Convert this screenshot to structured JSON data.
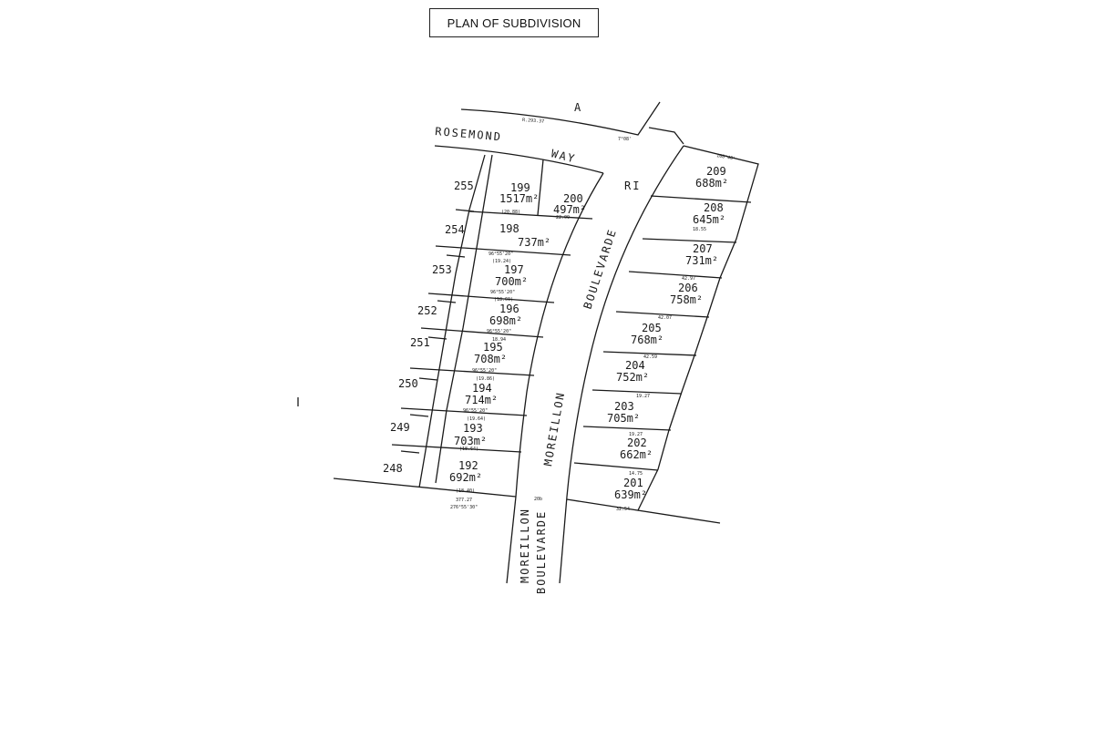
{
  "title": "PLAN OF SUBDIVISION",
  "streets": {
    "rosemond": "ROSEMOND",
    "way": "WAY",
    "ri": "RI",
    "boulevarde_diag": "BOULEVARDE",
    "moreillon_main": "MOREILLON",
    "moreillon_lower": "MOREILLON",
    "boulevarde_lower": "BOULEVARDE",
    "letter_a": "A"
  },
  "lots_west": [
    {
      "number": "199",
      "area": "1517m²"
    },
    {
      "number": "198",
      "area": "737m²"
    },
    {
      "number": "197",
      "area": "700m²"
    },
    {
      "number": "196",
      "area": "698m²"
    },
    {
      "number": "195",
      "area": "708m²"
    },
    {
      "number": "194",
      "area": "714m²"
    },
    {
      "number": "193",
      "area": "703m²"
    },
    {
      "number": "192",
      "area": "692m²"
    }
  ],
  "lot_200": {
    "number": "200",
    "area": "497m²"
  },
  "lots_east": [
    {
      "number": "209",
      "area": "688m²"
    },
    {
      "number": "208",
      "area": "645m²"
    },
    {
      "number": "207",
      "area": "731m²"
    },
    {
      "number": "206",
      "area": "758m²"
    },
    {
      "number": "205",
      "area": "768m²"
    },
    {
      "number": "204",
      "area": "752m²"
    },
    {
      "number": "203",
      "area": "705m²"
    },
    {
      "number": "202",
      "area": "662m²"
    },
    {
      "number": "201",
      "area": "639m²"
    }
  ],
  "adjoining_lots": [
    "255",
    "254",
    "253",
    "252",
    "251",
    "250",
    "249",
    "248"
  ],
  "dimensions": {
    "rosemond_radius": "R.293.37",
    "bottom_west_1": "377.27",
    "bottom_west_2": "276°55'30\"",
    "road_width": "20b",
    "bottom_east": "32.54",
    "east_top": "108°40'",
    "corner_top": "7°08'",
    "boundary_bearing_1": "96°55'20\"",
    "boundary_bearing_2": "96°55'20\"",
    "boundary_bearing_3": "96°55'20\"",
    "boundary_bearing_4": "96°55'20\"",
    "boundary_bearing_5": "96°55'20\"",
    "dim_199": "(20.88)",
    "dim_197": "(19.24)",
    "dim_196": "(18.69)",
    "dim_195": "18.94",
    "dim_194": "(19.86)",
    "dim_193": "(19.64)",
    "dim_192": "(18.64)",
    "dim_192b": "(18.40)",
    "dim_200": "22.09",
    "dim_208": "18.55",
    "dim_207": "42.97",
    "dim_206": "42.07",
    "dim_205": "42.59",
    "dim_204": "19.27",
    "dim_203": "19.27",
    "dim_202": "14.75"
  }
}
